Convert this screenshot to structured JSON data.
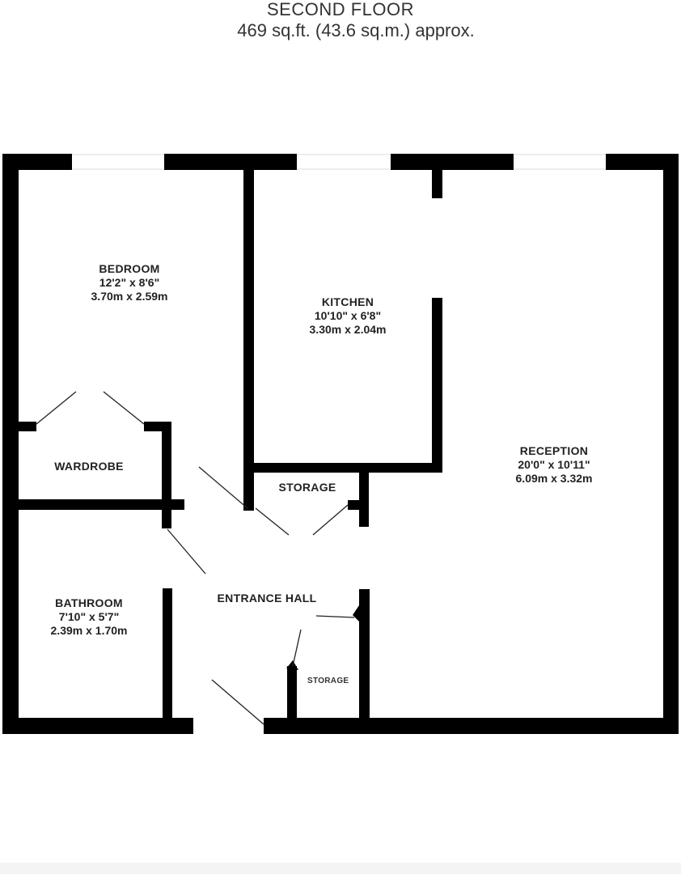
{
  "header": {
    "floor_title": "SECOND FLOOR",
    "floor_area": "469 sq.ft. (43.6 sq.m.) approx."
  },
  "colors": {
    "wall": "#000000",
    "window": "#dddddd",
    "text": "#222222",
    "background": "#ffffff"
  },
  "rooms": {
    "bedroom": {
      "name": "BEDROOM",
      "imperial": "12'2\"  x 8'6\"",
      "metric": "3.70m  x 2.59m"
    },
    "kitchen": {
      "name": "KITCHEN",
      "imperial": "10'10\"  x 6'8\"",
      "metric": "3.30m  x 2.04m"
    },
    "reception": {
      "name": "RECEPTION",
      "imperial": "20'0\"  x 10'11\"",
      "metric": "6.09m  x 3.32m"
    },
    "bathroom": {
      "name": "BATHROOM",
      "imperial": "7'10\"  x 5'7\"",
      "metric": "2.39m  x 1.70m"
    },
    "wardrobe": {
      "name": "WARDROBE"
    },
    "storage_upper": {
      "name": "STORAGE"
    },
    "entrance_hall": {
      "name": "ENTRANCE HALL"
    },
    "storage_lower": {
      "name": "STORAGE"
    }
  }
}
